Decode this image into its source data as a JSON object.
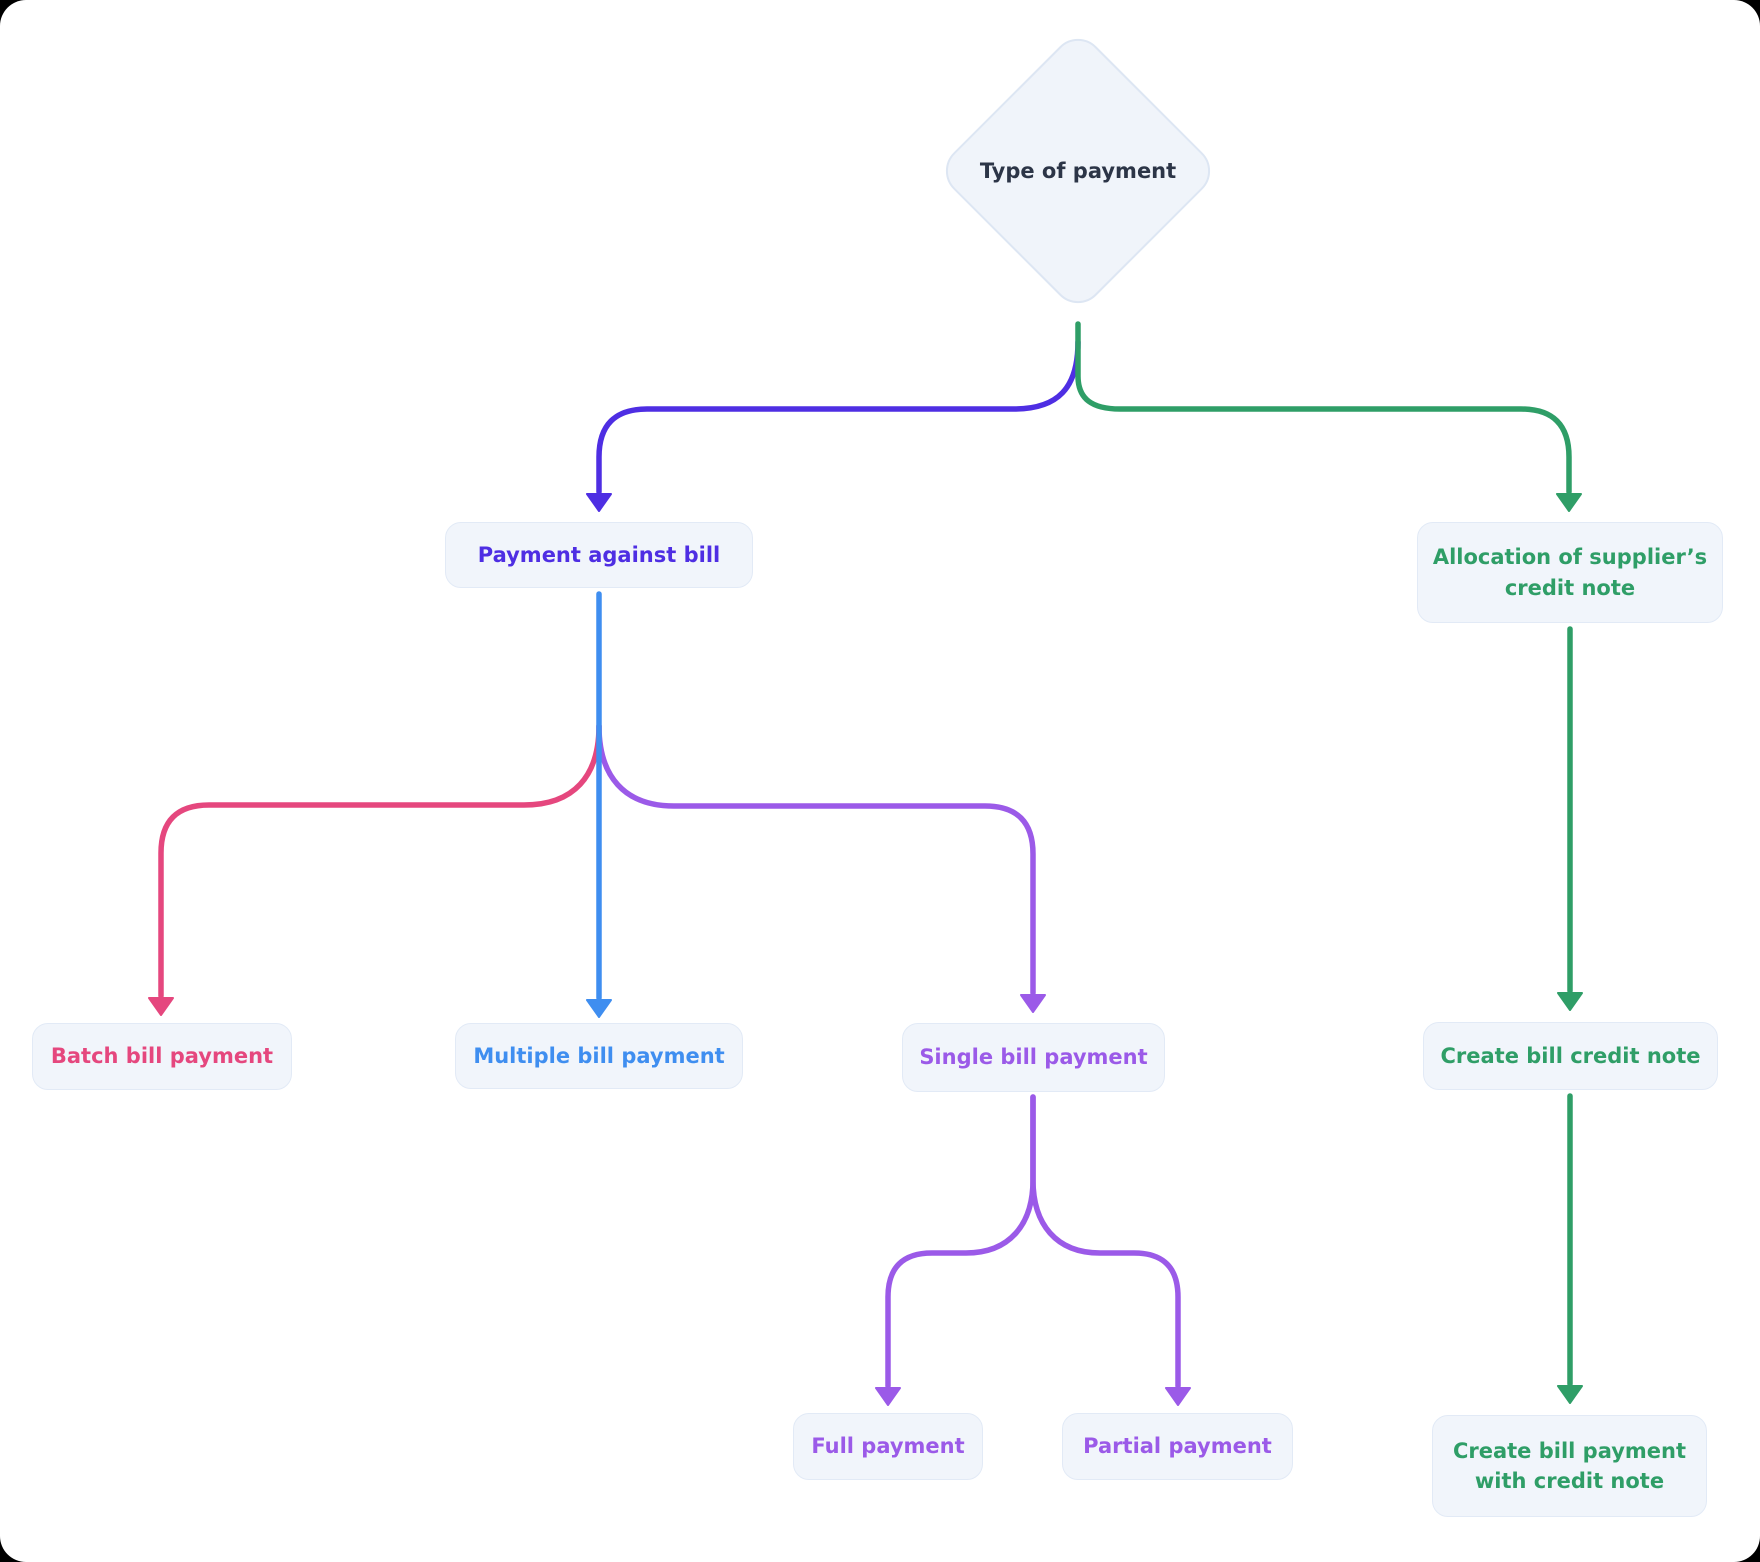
{
  "colors": {
    "indigo": "#4e2ee3",
    "green": "#2f9e67",
    "pink": "#e5477e",
    "blue": "#3f8ef0",
    "purple": "#9b5ae8",
    "dark_text": "#2c3547",
    "node_background": "#f1f5fb",
    "node_border": "#e2eaf6",
    "card_background": "#ffffff"
  },
  "flowchart": {
    "nodes": {
      "root": {
        "label": "Type of payment",
        "shape": "diamond",
        "color": "dark_text"
      },
      "payment_against_bill": {
        "label": "Payment against bill",
        "shape": "rect",
        "color": "indigo"
      },
      "allocation_credit_note": {
        "label": "Allocation of supplier’s credit note",
        "shape": "rect",
        "color": "green"
      },
      "batch_bill_payment": {
        "label": "Batch bill payment",
        "shape": "rect",
        "color": "pink"
      },
      "multiple_bill_payment": {
        "label": "Multiple bill payment",
        "shape": "rect",
        "color": "blue"
      },
      "single_bill_payment": {
        "label": "Single bill payment",
        "shape": "rect",
        "color": "purple"
      },
      "full_payment": {
        "label": "Full payment",
        "shape": "rect",
        "color": "purple"
      },
      "partial_payment": {
        "label": "Partial payment",
        "shape": "rect",
        "color": "purple"
      },
      "create_bill_credit_note": {
        "label": "Create bill credit note",
        "shape": "rect",
        "color": "green"
      },
      "create_bill_payment_with_credit_note": {
        "label": "Create bill payment with credit note",
        "shape": "rect",
        "color": "green"
      }
    },
    "edges": [
      {
        "from": "root",
        "to": "payment_against_bill",
        "color": "indigo"
      },
      {
        "from": "root",
        "to": "allocation_credit_note",
        "color": "green"
      },
      {
        "from": "payment_against_bill",
        "to": "batch_bill_payment",
        "color": "pink"
      },
      {
        "from": "payment_against_bill",
        "to": "multiple_bill_payment",
        "color": "blue"
      },
      {
        "from": "payment_against_bill",
        "to": "single_bill_payment",
        "color": "purple"
      },
      {
        "from": "single_bill_payment",
        "to": "full_payment",
        "color": "purple"
      },
      {
        "from": "single_bill_payment",
        "to": "partial_payment",
        "color": "purple"
      },
      {
        "from": "allocation_credit_note",
        "to": "create_bill_credit_note",
        "color": "green"
      },
      {
        "from": "create_bill_credit_note",
        "to": "create_bill_payment_with_credit_note",
        "color": "green"
      }
    ]
  }
}
